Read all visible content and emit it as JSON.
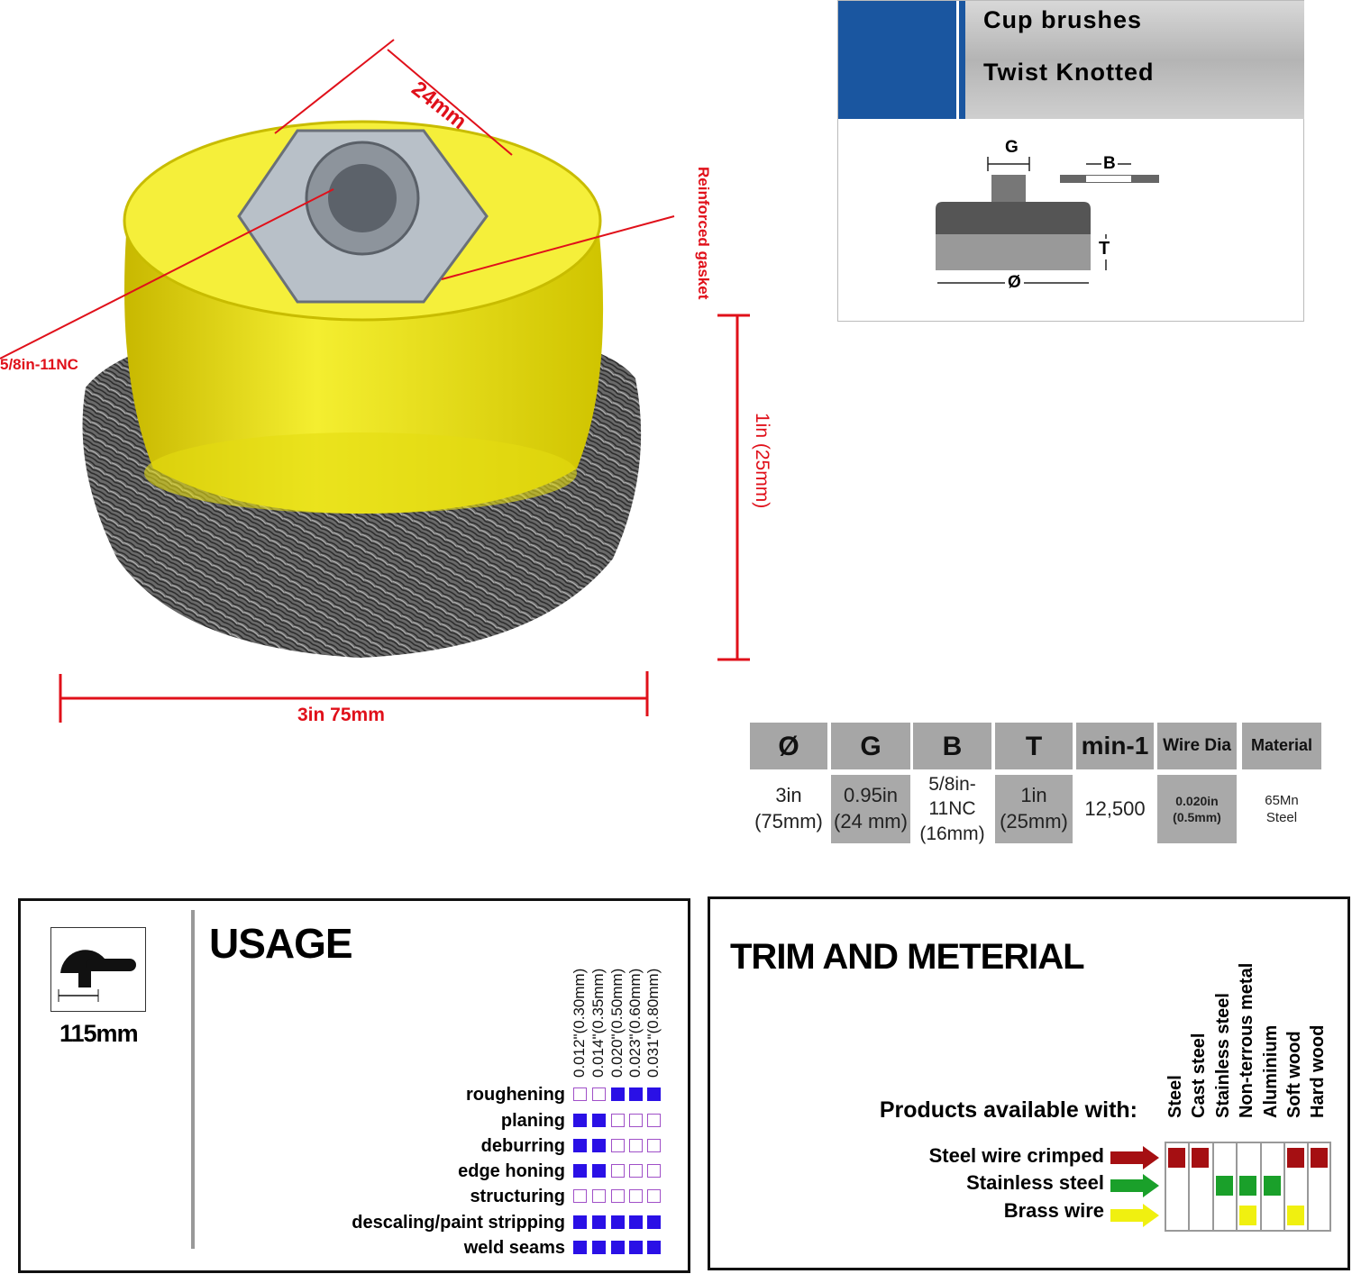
{
  "product_labels": {
    "nut_width": "24mm",
    "gasket": "Reinforced gasket",
    "thread": "5/8in-11NC",
    "height": "1in (25mm)",
    "diameter": "3in 75mm"
  },
  "header_panel": {
    "line1": "Cup brushes",
    "line2": "Twist Knotted",
    "diagram_labels": {
      "g": "G",
      "b": "B",
      "t": "T",
      "dia": "Ø"
    },
    "colors": {
      "blue": "#1a56a0",
      "silver": "#c8c8c8"
    }
  },
  "spec_table": {
    "headers": [
      "Ø",
      "G",
      "B",
      "T",
      "min-1",
      "Wire Dia",
      "Material"
    ],
    "values": [
      [
        "3in",
        "(75mm)"
      ],
      [
        "0.95in",
        "(24 mm)"
      ],
      [
        "5/8in-11NC",
        "(16mm)"
      ],
      [
        "1in",
        "(25mm)"
      ],
      [
        "12,500",
        ""
      ],
      [
        "0.020in",
        "(0.5mm)"
      ],
      [
        "65Mn",
        "Steel"
      ]
    ]
  },
  "usage": {
    "tool_size": "115mm",
    "title": "USAGE",
    "wire_sizes": [
      "0.012\"(0.30mm)",
      "0.014\"(0.35mm)",
      "0.020\"(0.50mm)",
      "0.023\"(0.60mm)",
      "0.031\"(0.80mm)"
    ],
    "rows": [
      {
        "label": "roughening",
        "marks": [
          0,
          0,
          1,
          1,
          1
        ]
      },
      {
        "label": "planing",
        "marks": [
          1,
          1,
          0,
          0,
          0
        ]
      },
      {
        "label": "deburring",
        "marks": [
          1,
          1,
          0,
          0,
          0
        ]
      },
      {
        "label": "edge honing",
        "marks": [
          1,
          1,
          0,
          0,
          0
        ]
      },
      {
        "label": "structuring",
        "marks": [
          0,
          0,
          0,
          0,
          0
        ]
      },
      {
        "label": "descaling/paint stripping",
        "marks": [
          1,
          1,
          1,
          1,
          1
        ]
      },
      {
        "label": "weld seams",
        "marks": [
          1,
          1,
          1,
          1,
          1
        ]
      }
    ]
  },
  "trim": {
    "title": "TRIM AND METERIAL",
    "subtitle": "Products available with:",
    "materials": [
      "Steel",
      "Cast steel",
      "Stainless steel",
      "Non-terrous metal",
      "Aluminium",
      "Soft wood",
      "Hard wood"
    ],
    "rows": [
      {
        "label": "Steel wire crimped",
        "color": "#a50f12",
        "marks": [
          1,
          1,
          0,
          0,
          0,
          1,
          1
        ]
      },
      {
        "label": "Stainless steel",
        "color": "#1aa02a",
        "marks": [
          0,
          0,
          1,
          1,
          1,
          0,
          0
        ]
      },
      {
        "label": "Brass wire",
        "color": "#f0f010",
        "marks": [
          0,
          0,
          0,
          1,
          0,
          1,
          0
        ]
      }
    ]
  }
}
